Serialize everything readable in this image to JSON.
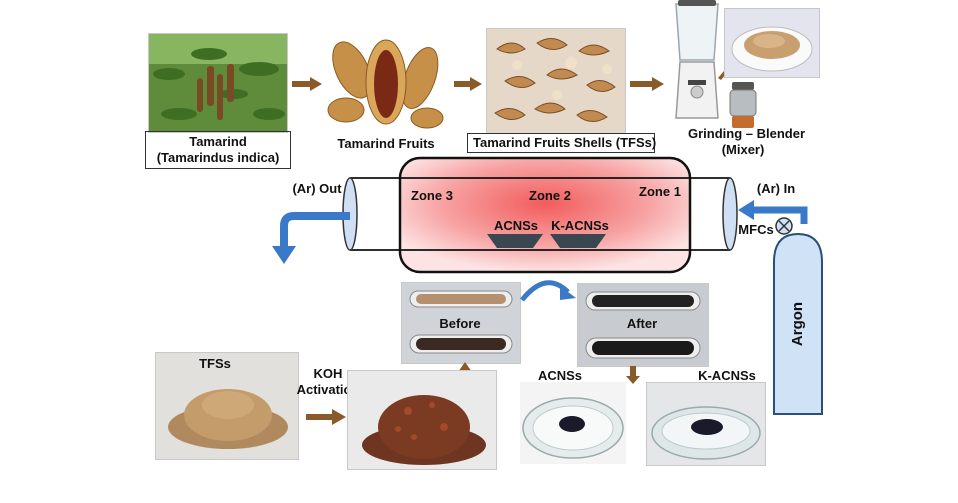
{
  "labels": {
    "tamarind": "Tamarind",
    "tamarind_sub": "(Tamarindus indica)",
    "fruits": "Tamarind Fruits",
    "shells": "Tamarind Fruits Shells (TFSs)",
    "grinding": "Grinding – Blender",
    "grinding_sub": "(Mixer)",
    "ar_out": "(Ar)  Out",
    "ar_in": "(Ar) In",
    "zone3": "Zone 3",
    "zone2": "Zone 2",
    "zone1": "Zone 1",
    "acnss_boat": "ACNSs",
    "kacnss_boat": "K-ACNSs",
    "mfcs": "MFCs",
    "argon": "Argon",
    "before": "Before",
    "after": "After",
    "tfss": "TFSs",
    "koh": "KOH",
    "activation": "Activation",
    "acnss": "ACNSs",
    "kacnss": "K-ACNSs"
  },
  "colors": {
    "arrow_brown": "#8b5a2b",
    "flow_blue": "#3a78c8",
    "furnace_hot": "#f26d6d",
    "cylinder": "#cfe2f6",
    "blender_mixer": "#c46b2e"
  },
  "icons": {
    "flow_arrow": "arrow-right-icon",
    "gas_cylinder": "gas-cylinder-icon",
    "mfc_valve": "valve-icon",
    "blender": "blender-icon"
  }
}
